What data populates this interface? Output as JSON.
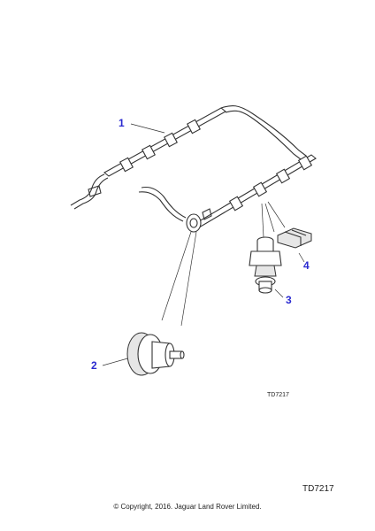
{
  "diagram": {
    "callouts": [
      {
        "id": "1",
        "label": "1",
        "part": "fuel-rail"
      },
      {
        "id": "2",
        "label": "2",
        "part": "pressure-regulator"
      },
      {
        "id": "3",
        "label": "3",
        "part": "fuel-injector"
      },
      {
        "id": "4",
        "label": "4",
        "part": "retaining-clip"
      }
    ],
    "callout_color": "#2a2ad0",
    "figure_ref_small": "TD7217",
    "figure_ref": "TD7217",
    "copyright": "© Copyright, 2016. Jaguar Land Rover Limited."
  }
}
